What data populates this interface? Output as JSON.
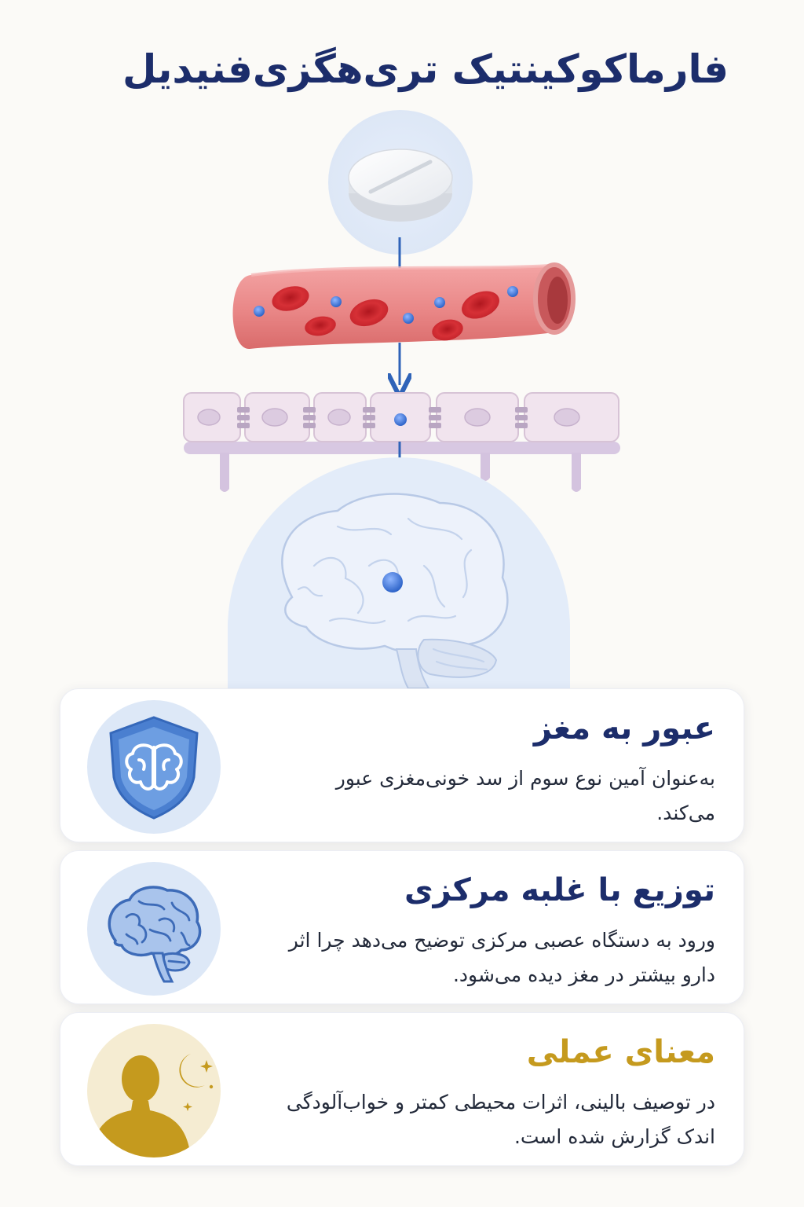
{
  "title": "فارماکوکینتیک تری‌هگزی‌فنیدیل",
  "cards": [
    {
      "title": "عبور به مغز",
      "text": "به‌عنوان آمین نوع سوم از سد خونی‌مغزی عبور می‌کند.",
      "icon": "brain-shield-icon"
    },
    {
      "title": "توزیع با غلبه مرکزی",
      "text": "ورود به دستگاه عصبی مرکزی توضیح می‌دهد چرا اثر دارو بیشتر در مغز دیده می‌شود.",
      "icon": "brain-icon"
    },
    {
      "title": "معنای عملی",
      "text": "در توصیف بالینی، اثرات محیطی کمتر و خواب‌آلودگی اندک گزارش شده است.",
      "icon": "person-moon-icon"
    }
  ],
  "colors": {
    "navy": "#1c2d6b",
    "gold": "#c59a1e",
    "arrow": "#2f63b8",
    "vessel": "#e88a8a",
    "cell": "#efe2ef"
  }
}
